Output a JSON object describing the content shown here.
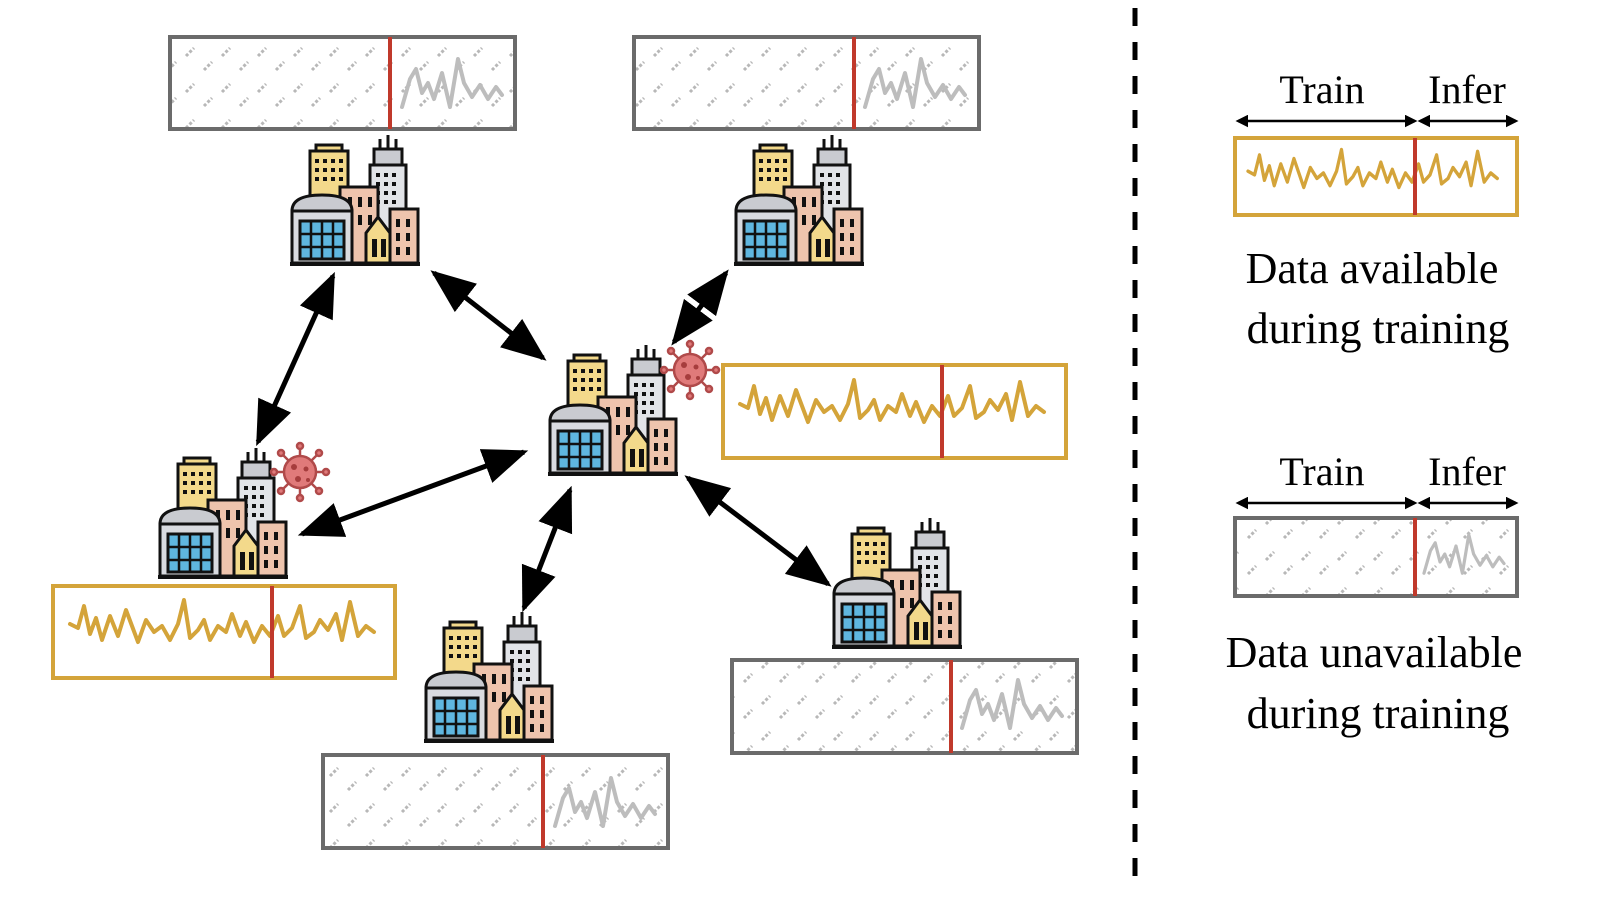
{
  "legend": {
    "available": {
      "train_label": "Train",
      "infer_label": "Infer",
      "caption_line1": "Data available",
      "caption_line2": "during training"
    },
    "unavailable": {
      "train_label": "Train",
      "infer_label": "Infer",
      "caption_line1": "Data unavailable",
      "caption_line2": "during training"
    }
  },
  "colors": {
    "available_border": "#d4a43a",
    "available_series": "#d4a43a",
    "unavailable_border": "#6b6b6b",
    "unavailable_series": "#bdbdbd",
    "split_line": "#c0392b",
    "hatch": "#b8b8b8",
    "arrow": "#000000",
    "virus": "#e07a7a"
  },
  "nodes": [
    {
      "name": "city-top-left",
      "data_available": false,
      "infected": false
    },
    {
      "name": "city-top-right",
      "data_available": false,
      "infected": false
    },
    {
      "name": "city-center",
      "data_available": true,
      "infected": true
    },
    {
      "name": "city-left",
      "data_available": true,
      "infected": true
    },
    {
      "name": "city-bottom",
      "data_available": false,
      "infected": false
    },
    {
      "name": "city-bottom-right",
      "data_available": false,
      "infected": false
    }
  ],
  "icons": {
    "city": "city-buildings-icon",
    "virus": "virus-icon",
    "arrow": "bidirectional-arrow"
  }
}
